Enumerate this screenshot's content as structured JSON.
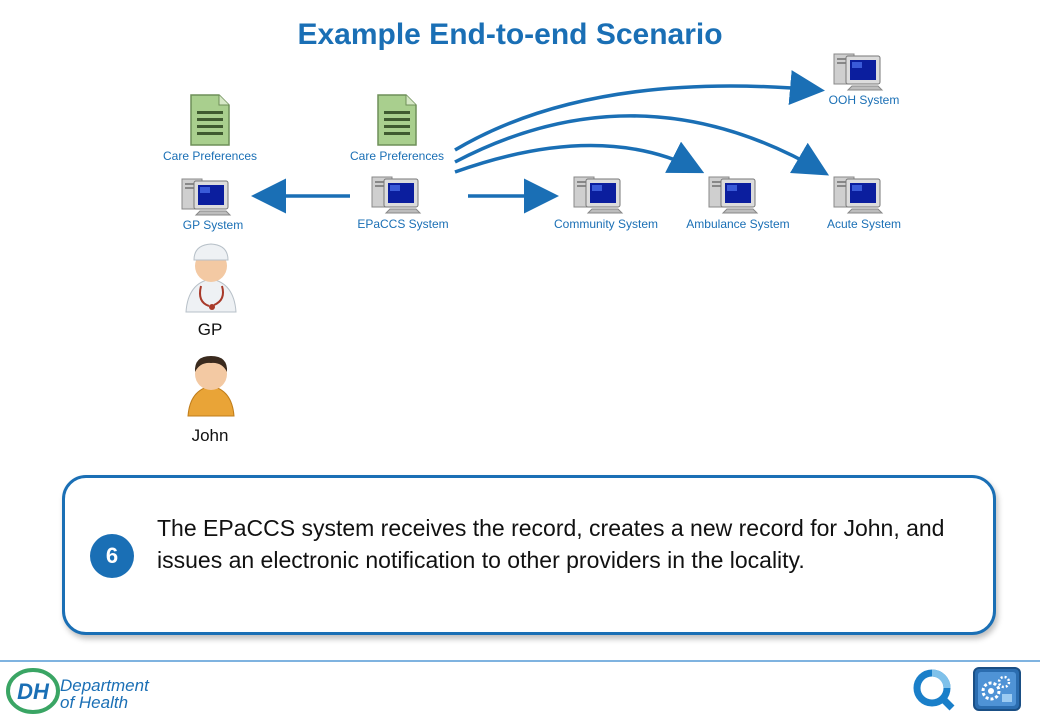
{
  "title": "Example End-to-end Scenario",
  "nodes": {
    "gp_system": "GP System",
    "epaccs_system": "EPaCCS System",
    "community_system": "Community System",
    "ambulance_system": "Ambulance System",
    "acute_system": "Acute System",
    "ooh_system": "OOH System"
  },
  "documents": {
    "gp_doc": "Care Preferences",
    "epaccs_doc": "Care Preferences"
  },
  "people": {
    "gp": "GP",
    "john": "John"
  },
  "callout": {
    "step": "6",
    "text": "The EPaCCS system receives the record, creates a new record for John, and issues an electronic notification to other providers in the locality."
  },
  "footer": {
    "logo_mark": "DH",
    "org_line1": "Department",
    "org_line2": "of Health"
  },
  "colors": {
    "accent": "#1a6fb5",
    "document": "#a9cf8e"
  }
}
